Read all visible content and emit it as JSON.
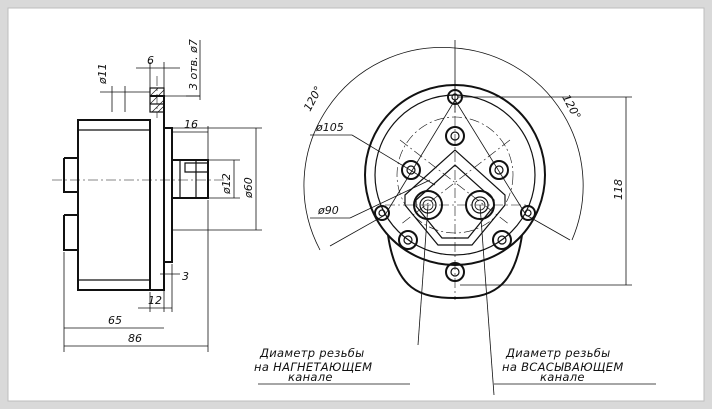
{
  "drawing": {
    "side_view": {
      "dim_d11": "ø11",
      "dim_6": "6",
      "dim_3holes_d7": "3 отв. ø7",
      "dim_16": "16",
      "dim_d60": "ø60",
      "dim_d12": "ø12",
      "dim_3": "3",
      "dim_12": "12",
      "dim_65": "65",
      "dim_86": "86"
    },
    "front_view": {
      "angle_120_left": "120°",
      "angle_120_right": "120°",
      "dim_d105": "ø105",
      "dim_d90": "ø90",
      "dim_118": "118"
    },
    "callouts": {
      "discharge_line1": "Диаметр резьбы",
      "discharge_line2": "на НАГНЕТАЮЩЕМ",
      "discharge_line3": "канале",
      "suction_line1": "Диаметр резьбы",
      "suction_line2": "на ВСАСЫВАЮЩЕМ",
      "suction_line3": "канале"
    }
  }
}
